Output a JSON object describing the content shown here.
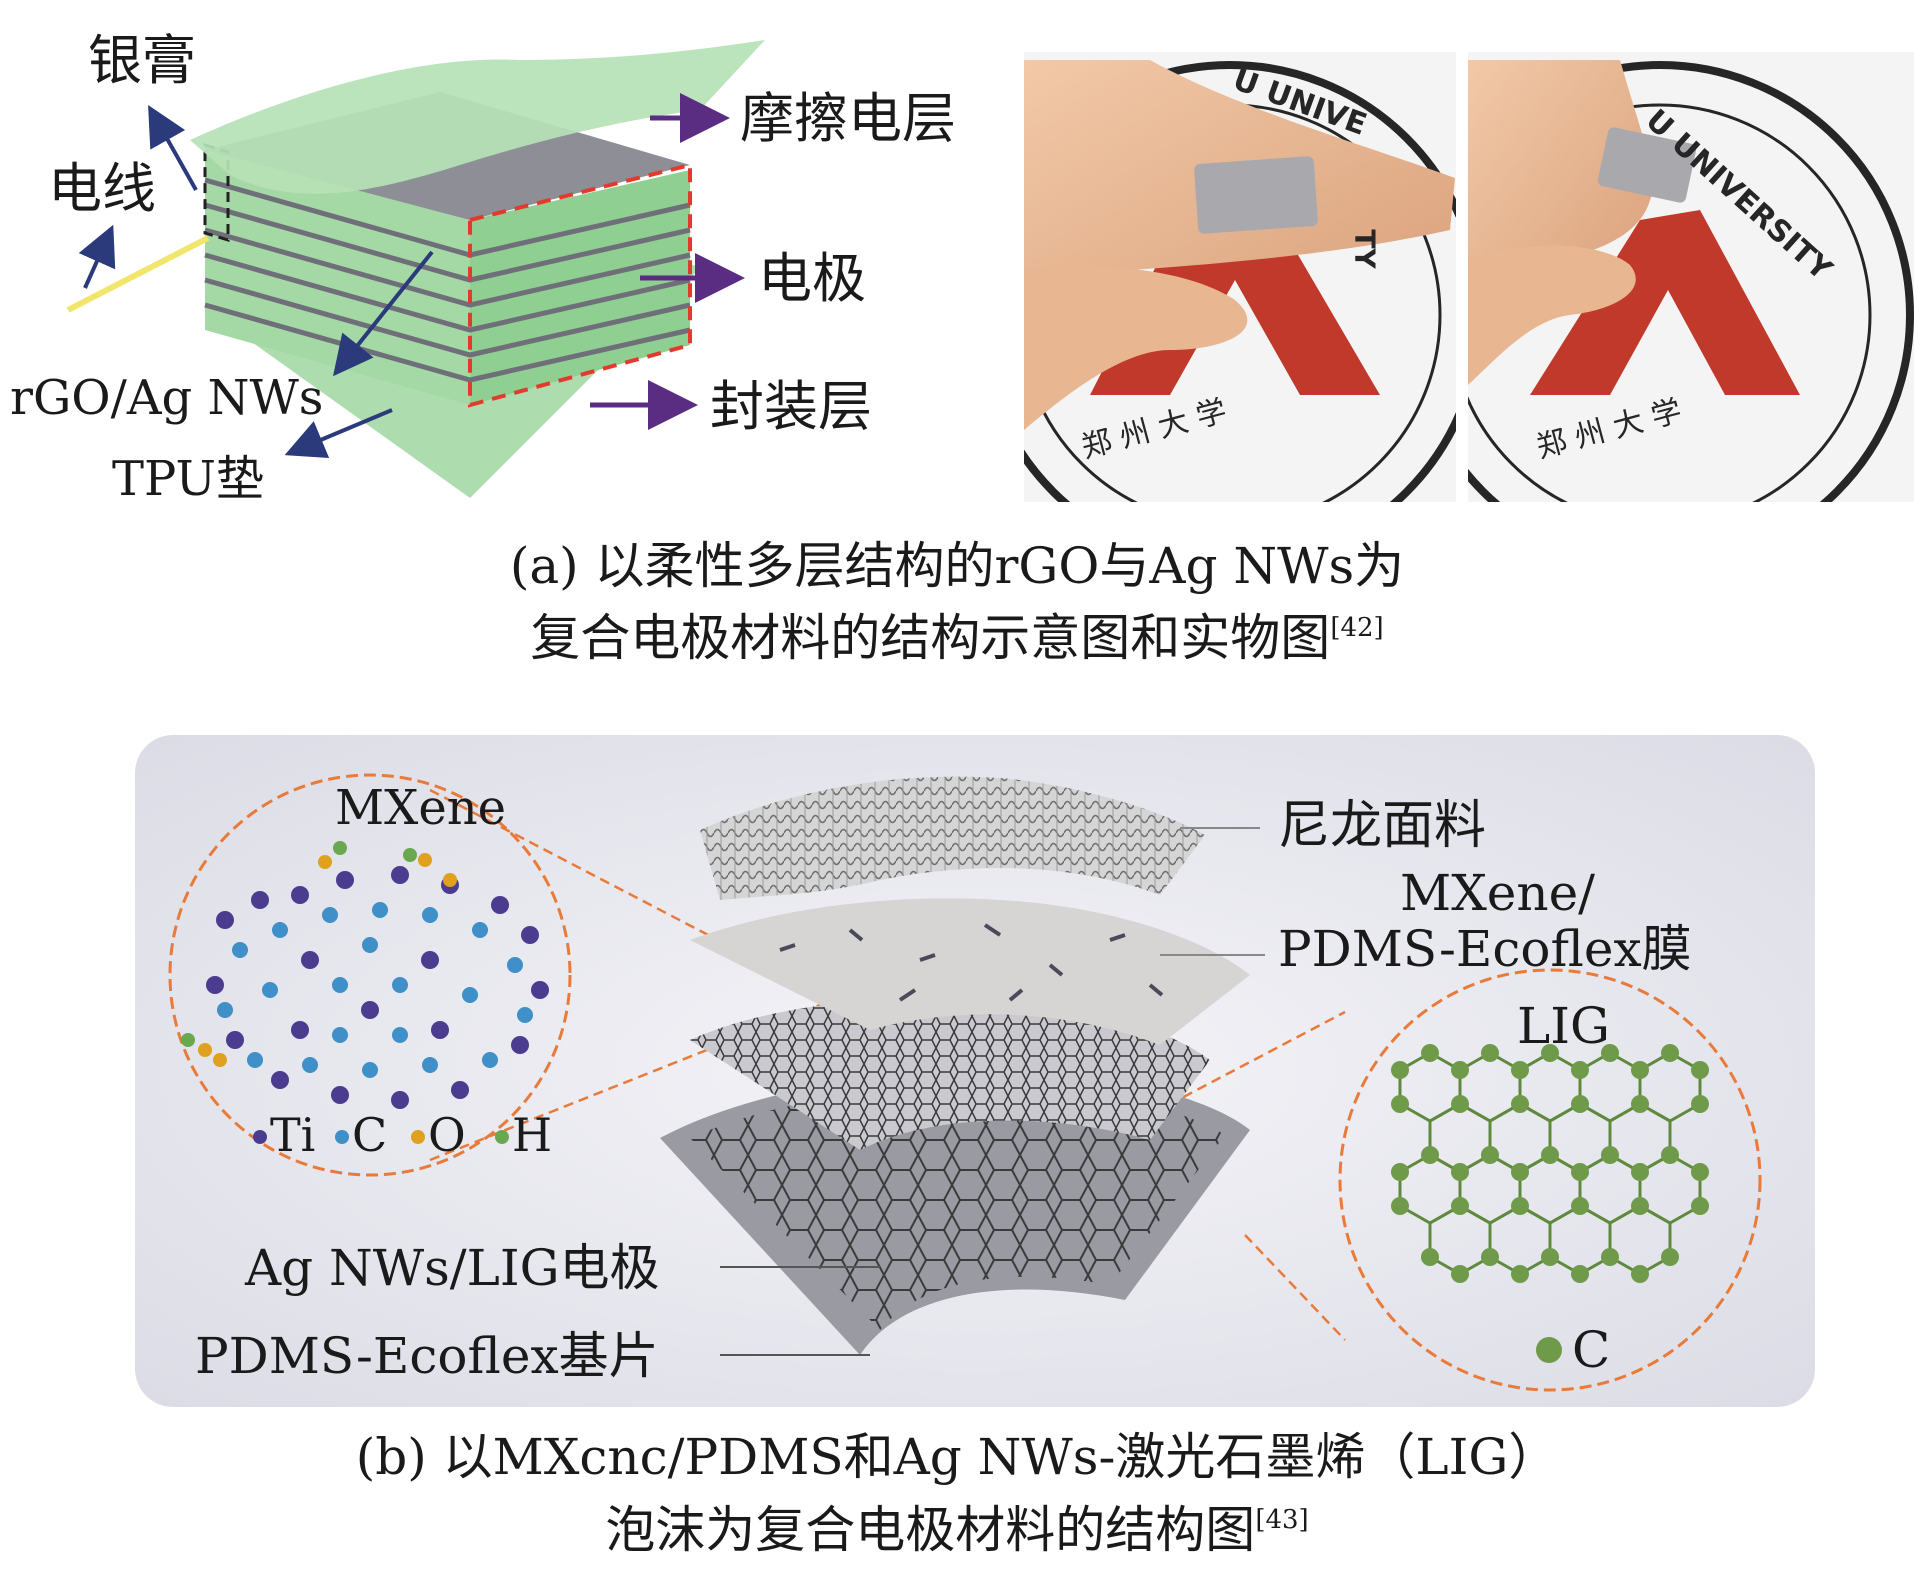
{
  "panel_a": {
    "labels": {
      "silver_paste": "银膏",
      "wire": "电线",
      "rgo_agnws": "rGO/Ag NWs",
      "tpu_pad": "TPU垫",
      "friction_layer": "摩擦电层",
      "electrode": "电极",
      "encapsulation_layer": "封装层"
    },
    "photo_text": {
      "university_left": "U UNIVE",
      "university_right": "U UNIVERSITY",
      "ty": "TY",
      "seal_chars": "郑 州 大 学"
    },
    "caption_line1": "(a) 以柔性多层结构的rGO与Ag NWs为",
    "caption_line2": "复合电极材料的结构示意图和实物图",
    "caption_ref": "[42]"
  },
  "panel_b": {
    "labels": {
      "mxene": "MXene",
      "nylon": "尼龙面料",
      "mxene_film_1": "MXene/",
      "mxene_film_2": "PDMS-Ecoflex膜",
      "lig": "LIG",
      "agnws_lig": "Ag NWs/LIG电极",
      "substrate": "PDMS-Ecoflex基片",
      "carbon": "C"
    },
    "legend": {
      "ti": "Ti",
      "c": "C",
      "o": "O",
      "h": "H"
    },
    "caption_line1": "(b) 以MXcnc/PDMS和Ag NWs-激光石墨烯（LIG）",
    "caption_line2": "泡沫为复合电极材料的结构图",
    "caption_ref": "[43]"
  },
  "colors": {
    "arrow_purple": "#5a2d82",
    "arrow_navy": "#2b3a7a",
    "dash_red": "#e23b2e",
    "dash_orange": "#e87a3a",
    "layer_green": "#a8dcaa",
    "electrode_grey": "#8e8e96",
    "graphene_green": "#6e9a4a",
    "ti_purple": "#4b3c8f",
    "c_blue": "#3f8fc8",
    "o_yellow": "#e0a020",
    "h_green": "#6aa84f",
    "logo_red": "#c0392b"
  }
}
